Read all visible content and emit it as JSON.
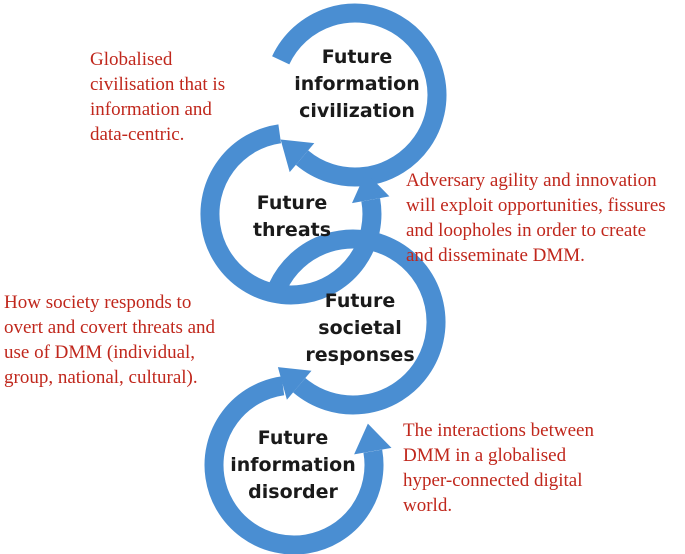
{
  "colors": {
    "arrow": "#4a8ed2",
    "stage_text": "#1a1a1a",
    "note_text": "#c0271c"
  },
  "stages": [
    {
      "title": "Future\ninformation\ncivilization",
      "note": "Globalised\ncivilisation that is\ninformation and\ndata-centric."
    },
    {
      "title": "Future\nthreats",
      "note": "Adversary agility and innovation\nwill exploit opportunities, fissures\nand loopholes in order to create\nand disseminate DMM."
    },
    {
      "title": "Future\nsocietal\nresponses",
      "note": "How society responds to\novert and covert threats and\nuse of DMM (individual,\ngroup, national, cultural)."
    },
    {
      "title": "Future\ninformation\ndisorder",
      "note": "The interactions between\nDMM in a globalised\nhyper-connected digital\nworld."
    }
  ]
}
